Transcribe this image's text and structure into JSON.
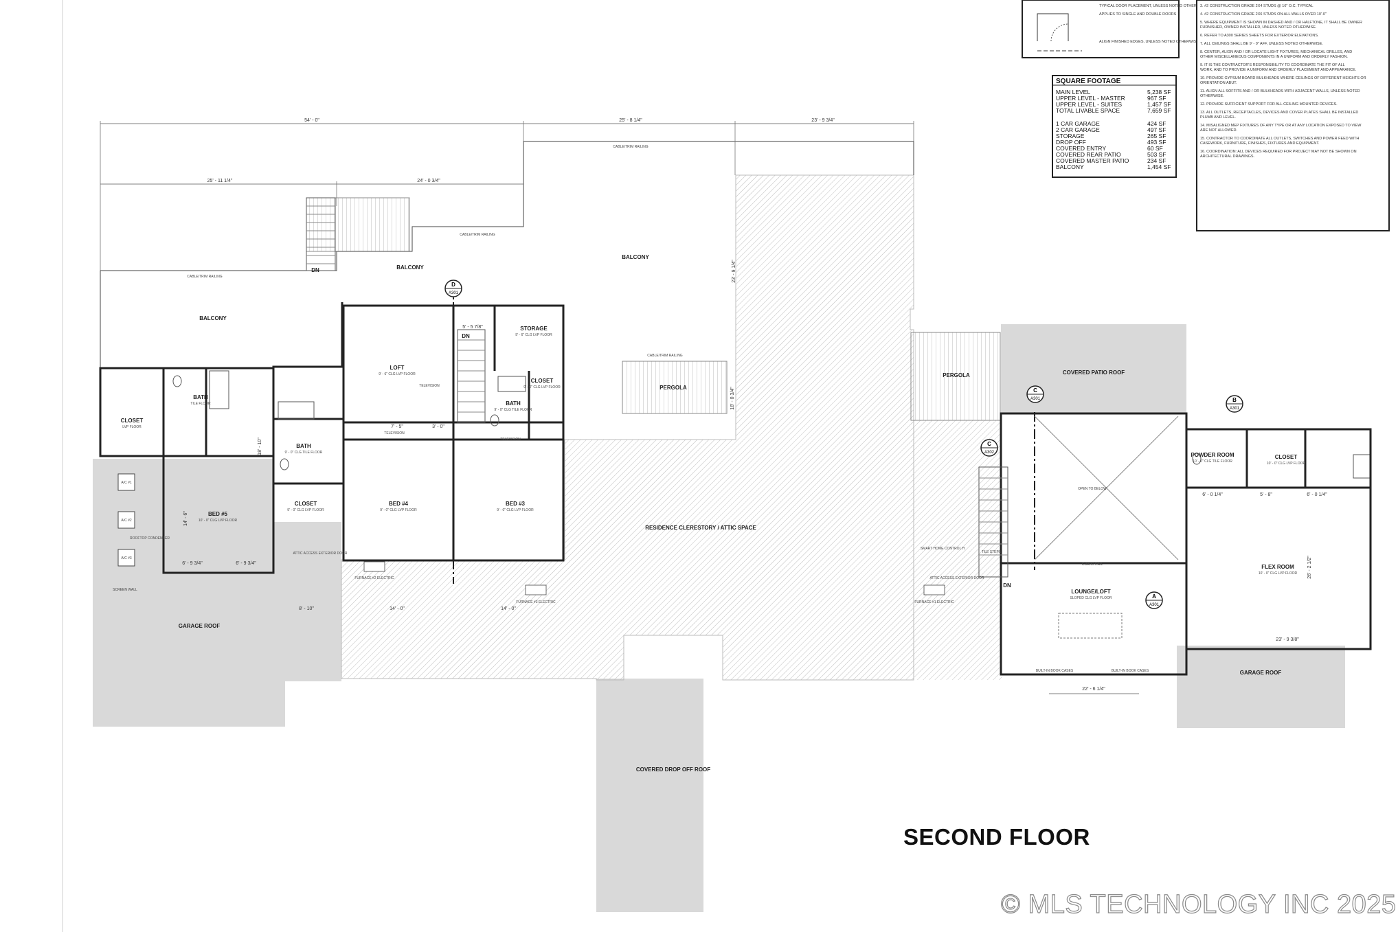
{
  "plan": {
    "title": "SECOND FLOOR"
  },
  "watermark": "© MLS TECHNOLOGY INC 2025",
  "colors": {
    "roof_fill": "#d9d9d9",
    "hatch": "#b5b5b5",
    "line": "#222222"
  },
  "square_footage": {
    "header": "SQUARE FOOTAGE",
    "livable": [
      {
        "label": "MAIN LEVEL",
        "value": "5,238 SF"
      },
      {
        "label": "UPPER LEVEL - MASTER",
        "value": "967 SF"
      },
      {
        "label": "UPPER LEVEL - SUITES",
        "value": "1,457 SF"
      },
      {
        "label": "TOTAL LIVABLE SPACE",
        "value": "7,659 SF"
      }
    ],
    "other": [
      {
        "label": "1 CAR GARAGE",
        "value": "424 SF"
      },
      {
        "label": "2 CAR GARAGE",
        "value": "497 SF"
      },
      {
        "label": "STORAGE",
        "value": "265 SF"
      },
      {
        "label": "DROP OFF",
        "value": "493 SF"
      },
      {
        "label": "COVERED ENTRY",
        "value": "60 SF"
      },
      {
        "label": "COVERED REAR PATIO",
        "value": "503 SF"
      },
      {
        "label": "COVERED MASTER PATIO",
        "value": "234 SF"
      },
      {
        "label": "BALCONY",
        "value": "1,454 SF"
      }
    ]
  },
  "legend_notes": [
    "TYPICAL DOOR PLACEMENT, UNLESS NOTED OTHERWISE.",
    "APPLIES TO SINGLE AND DOUBLE DOORS",
    "ALIGN FINISHED EDGES, UNLESS NOTED OTHERWISE"
  ],
  "general_notes": [
    "3. #2 CONSTRUCTION GRADE 2X4 STUDS @ 16\" O.C. TYPICAL",
    "4. #2 CONSTRUCTION GRADE 2X6 STUDS ON ALL WALLS OVER 10'-0\"",
    "5. WHERE EQUIPMENT IS SHOWN IN DASHED AND / OR HALFTONE, IT SHALL BE OWNER FURNISHED, OWNER INSTALLED, UNLESS NOTED OTHERWISE.",
    "6. REFER TO A300 SERIES SHEETS FOR EXTERIOR ELEVATIONS.",
    "7. ALL CEILINGS SHALL BE 9' - 0\" AFF, UNLESS NOTED OTHERWISE.",
    "8. CENTER, ALIGN AND / OR LOCATE LIGHT FIXTURES, MECHANICAL GRILLES, AND OTHER MISCELLANEOUS COMPONENTS IN A UNIFORM AND ORDERLY FASHION.",
    "9. IT IS THE CONTRACTOR'S RESPONSIBILITY TO COORDINATE THE FIT OF ALL WORK, AND TO PROVIDE A UNIFORM AND ORDERLY PLACEMENT AND APPEARANCE.",
    "10. PROVIDE GYPSUM BOARD BULKHEADS WHERE CEILINGS OF DIFFERENT HEIGHTS OR ORIENTATION ABUT.",
    "11. ALIGN ALL SOFFITS AND / OR BULKHEADS WITH ADJACENT WALLS, UNLESS NOTED OTHERWISE.",
    "12. PROVIDE SUFFICIENT SUPPORT FOR ALL CEILING MOUNTED DEVICES.",
    "13. ALL OUTLETS, RECEPTACLES, DEVICES AND COVER PLATES SHALL BE INSTALLED PLUMB AND LEVEL.",
    "14. MISALIGNED MEP FIXTURES OF ANY TYPE OR AT ANY LOCATION EXPOSED TO VIEW ARE NOT ALLOWED.",
    "15. CONTRACTOR TO COORDINATE ALL OUTLETS, SWITCHES AND POWER FEED WITH CASEWORK, FURNITURE, FINISHES, FIXTURES AND EQUIPMENT.",
    "16. COORDINATION: ALL DEVICES REQUIRED FOR PROJECT MAY NOT BE SHOWN ON ARCHITECTURAL DRAWINGS."
  ],
  "rooms": {
    "balcony_left": "BALCONY",
    "balcony_top": "BALCONY",
    "balcony_mid": "BALCONY",
    "closet_1": "CLOSET",
    "closet_1_sub": "LVP FLOOR",
    "bath_1": "BATH",
    "bath_1_sub": "TILE FLOOR",
    "loft": "LOFT",
    "loft_sub": "9' - 6\" CLG LVP FLOOR",
    "storage": "STORAGE",
    "storage_sub": "9' - 6\" CLG LVP FLOOR",
    "closet_2": "CLOSET",
    "closet_2_sub": "9' - 0\" CLG LVP FLOOR",
    "bath_2": "BATH",
    "bath_2_sub": "9' - 0\" CLG TILE FLOOR",
    "bath_3": "BATH",
    "bath_3_sub": "9' - 0\" CLG TILE FLOOR",
    "bed_5": "BED #5",
    "bed_5_sub": "10' - 0\" CLG LVP FLOOR",
    "closet_3": "CLOSET",
    "closet_3_sub": "9' - 0\" CLG LVP FLOOR",
    "bed_4": "BED #4",
    "bed_4_sub": "9' - 0\" CLG LVP FLOOR",
    "bed_3": "BED #3",
    "bed_3_sub": "9' - 0\" CLG LVP FLOOR",
    "pergola_1": "PERGOLA",
    "pergola_2": "PERGOLA",
    "covered_patio": "COVERED PATIO ROOF",
    "attic": "RESIDENCE CLERESTORY / ATTIC SPACE",
    "garage_roof_left": "GARAGE ROOF",
    "garage_roof_right": "GARAGE ROOF",
    "drop_off_roof": "COVERED DROP OFF ROOF",
    "powder_room": "POWDER ROOM",
    "powder_room_sub": "10' - 0\" CLG TILE FLOOR",
    "closet_4": "CLOSET",
    "closet_4_sub": "10' - 0\" CLG LVP FLOOR",
    "flex_room": "FLEX ROOM",
    "flex_room_sub": "10' - 0\" CLG LVP FLOOR",
    "lounge_loft": "LOUNGE/LOFT",
    "lounge_loft_sub": "SLOPED CLG LVP FLOOR",
    "open_below": "OPEN TO BELOW"
  },
  "dimensions": {
    "top_overall": "54' - 0\"",
    "top_mid": "25' - 8 1/4\"",
    "top_right": "23' - 9 3/4\"",
    "second_left": "25' - 11 1/4\"",
    "second_mid": "24' - 0 3/4\"",
    "vert_mid": "23' - 9 1/4\"",
    "vert_pergola": "18' - 0 3/4\"",
    "loft_width": "7' - 5\"",
    "loft_right": "3' - 0\"",
    "storage_dim": "5' - 5 7/8\"",
    "bed5_w1": "6' - 9 3/4\"",
    "bed5_w2": "6' - 9 3/4\"",
    "bed4_w": "14' - 0\"",
    "bed3_w": "14' - 0\"",
    "wing_w": "8' - 10\"",
    "bed5_h": "14' - 6\"",
    "bed5_h2": "18' - 10\"",
    "flex_w": "23' - 9 3/8\"",
    "flex_h": "26' - 2 1/2\"",
    "lounge_w": "22' - 6 1/4\"",
    "flex_top1": "6' - 0 1/4\"",
    "flex_top2": "5' - 8\"",
    "flex_top3": "6' - 0 1/4\""
  },
  "labels": {
    "dn_1": "DN",
    "dn_2": "DN",
    "dn_3": "DN",
    "cable_rail_1": "CABLE/TRIM RAILING",
    "cable_rail_2": "CABLE/TRIM RAILING",
    "cable_rail_3": "CABLE/TRIM RAILING",
    "cable_rail_4": "CABLE/TRIM RAILING",
    "rooftop_condenser": "ROOFTOP CONDENSER",
    "screen_wall": "SCREEN WALL",
    "attic_access_1": "ATTIC ACCESS EXTERIOR DOOR",
    "attic_access_2": "ATTIC ACCESS EXTERIOR DOOR",
    "furnace_1": "FURNACE #2 ELECTRIC",
    "furnace_2": "FURNACE #3 ELECTRIC",
    "furnace_3": "FURNACE #1 ELECTRIC",
    "smart_home": "SMART HOME CONTROL H",
    "television_1": "TELEVISION",
    "television_2": "TELEVISION",
    "television_3": "TELEVISION",
    "ac_1": "A/C #1",
    "ac_2": "A/C #2",
    "ac_3": "A/C #3",
    "built_in_1": "BUILT-IN BOOK CASES",
    "built_in_2": "BUILT-IN BOOK CASES",
    "guard_rail": "GUARD RAIL",
    "tile_steps": "TILE STEPS"
  },
  "section_tags": [
    {
      "letter": "D",
      "sheet": "A301"
    },
    {
      "letter": "C",
      "sheet": "A301"
    },
    {
      "letter": "C",
      "sheet": "A302"
    },
    {
      "letter": "B",
      "sheet": "A301"
    },
    {
      "letter": "A",
      "sheet": "A301"
    }
  ]
}
